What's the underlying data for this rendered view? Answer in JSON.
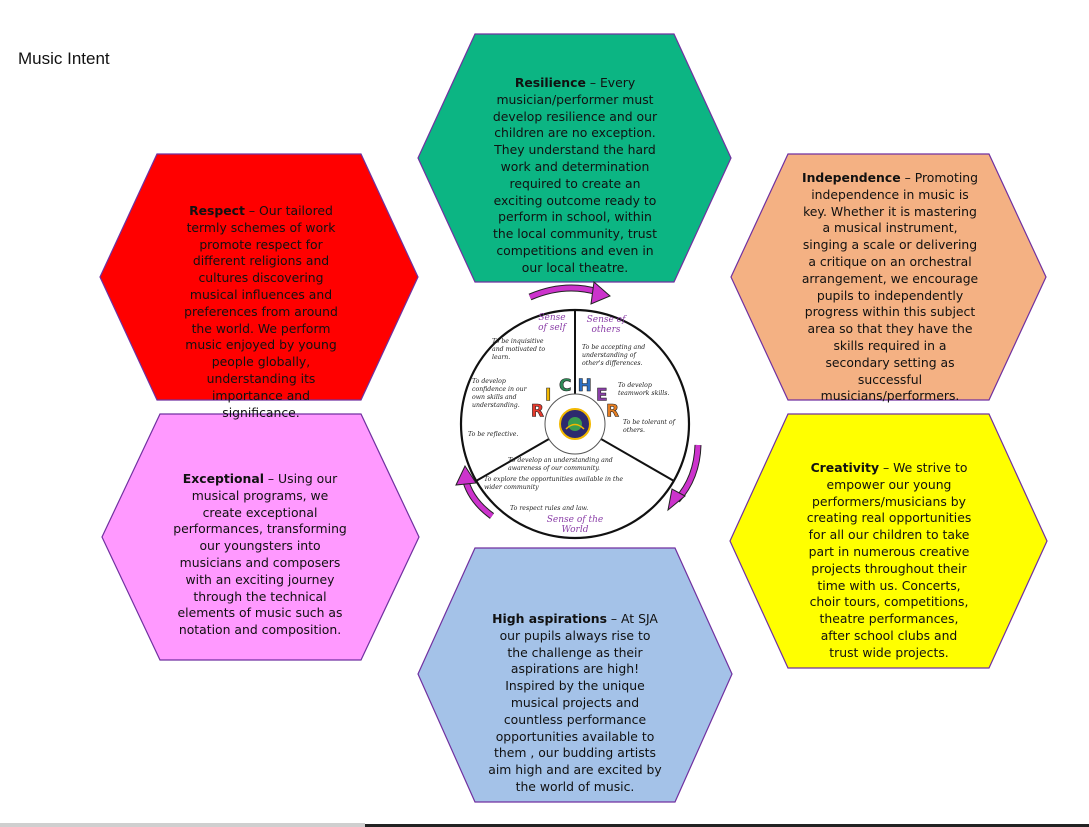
{
  "page": {
    "title": "Music Intent"
  },
  "colors": {
    "resilience": "#0cb583",
    "respect": "#ff0000",
    "independence": "#f4b183",
    "exceptional": "#ff99ff",
    "creativity": "#ffff00",
    "aspirations": "#a4c2e8",
    "outline": "#7030a0",
    "arrow": "#cc33cc"
  },
  "hexagons": {
    "resilience": {
      "heading": "Resilience",
      "body": " –  Every musician/performer must develop resilience  and our children are no exception. They understand the hard work and determination required to create an exciting outcome ready to perform in school, within the local community, trust competitions and even in our local theatre."
    },
    "respect": {
      "heading": "Respect",
      "body": " –  Our tailored termly schemes of work promote respect for different religions and cultures discovering musical influences and preferences from around the world. We perform music enjoyed by young people globally, understanding its importance and significance."
    },
    "independence": {
      "heading": "Independence",
      "body": " – Promoting independence in music is key. Whether it is mastering a musical instrument, singing a scale or delivering a critique on an orchestral arrangement, we encourage pupils to independently progress within this subject area so that they have the skills required in a secondary setting as successful musicians/performers."
    },
    "exceptional": {
      "heading": "Exceptional",
      "body": " –  Using our musical programs, we create exceptional performances, transforming our youngsters into musicians and composers with an exciting journey through the technical  elements of music such as notation and composition."
    },
    "creativity": {
      "heading": "Creativity",
      "body": " –  We strive to empower our young performers/musicians by creating real opportunities for all our children to take part in numerous creative projects throughout their time with us. Concerts, choir tours, competitions, theatre performances, after school clubs and trust wide projects."
    },
    "aspirations": {
      "heading": "High aspirations",
      "body": " – At SJA our pupils always rise to the challenge as their aspirations are high! Inspired by the unique musical projects and countless performance opportunities available to them , our budding artists aim high and are excited by the world of music."
    }
  },
  "wheel": {
    "letters": [
      "R",
      "I",
      "C",
      "H",
      "E",
      "R"
    ],
    "letter_colors": [
      "#e63b2e",
      "#f3b800",
      "#2e8b57",
      "#2b6fc4",
      "#8b3fa8",
      "#e67e22"
    ],
    "senses": {
      "self": "Sense\nof self",
      "others": "Sense of\nothers",
      "world": "Sense of the\nWorld"
    },
    "statements": {
      "s1": "To be inquisitive\nand motivated to\nlearn.",
      "s2": "To be accepting and\nunderstanding of\nother's differences.",
      "s3": "To develop\nconfidence in our\nown skills and\nunderstanding.",
      "s4": "To develop\nteamwork skills.",
      "s5": "To be tolerant of\nothers.",
      "s6": "To be reflective.",
      "s7": "To develop an understanding and\nawareness of our community.",
      "s8": "To explore the opportunities available in the\nwider community",
      "s9": "To respect rules and law."
    }
  }
}
